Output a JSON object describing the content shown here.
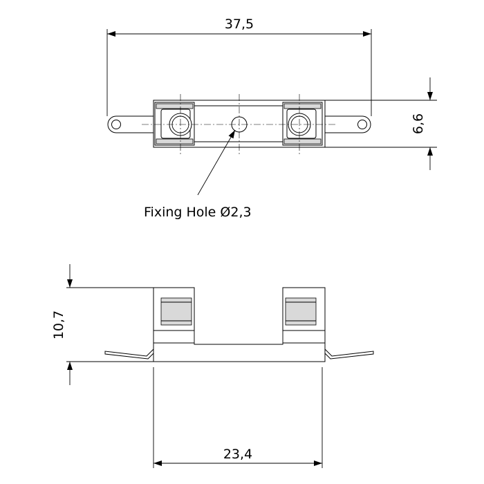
{
  "dimensions": {
    "length_overall": "37,5",
    "width": "6,6",
    "height": "10,7",
    "base_length": "23,4"
  },
  "annotations": {
    "fixing_hole": "Fixing Hole Ø2,3"
  }
}
